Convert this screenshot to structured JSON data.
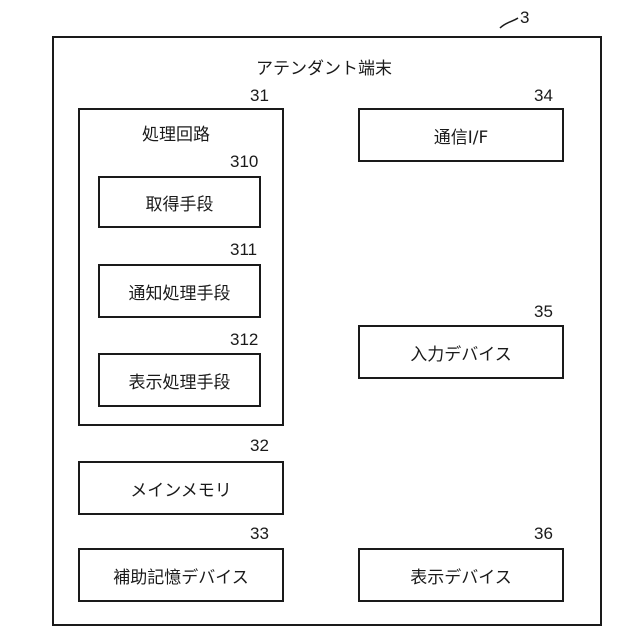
{
  "terminal": {
    "ref": "3",
    "title": "アテンダント端末"
  },
  "processing_circuit": {
    "ref": "31",
    "title": "処理回路",
    "units": [
      {
        "ref": "310",
        "label": "取得手段"
      },
      {
        "ref": "311",
        "label": "通知処理手段"
      },
      {
        "ref": "312",
        "label": "表示処理手段"
      }
    ]
  },
  "main_memory": {
    "ref": "32",
    "label": "メインメモリ"
  },
  "auxiliary_storage": {
    "ref": "33",
    "label": "補助記憶デバイス"
  },
  "communication_if": {
    "ref": "34",
    "label": "通信I/F"
  },
  "input_device": {
    "ref": "35",
    "label": "入力デバイス"
  },
  "display_device": {
    "ref": "36",
    "label": "表示デバイス"
  }
}
